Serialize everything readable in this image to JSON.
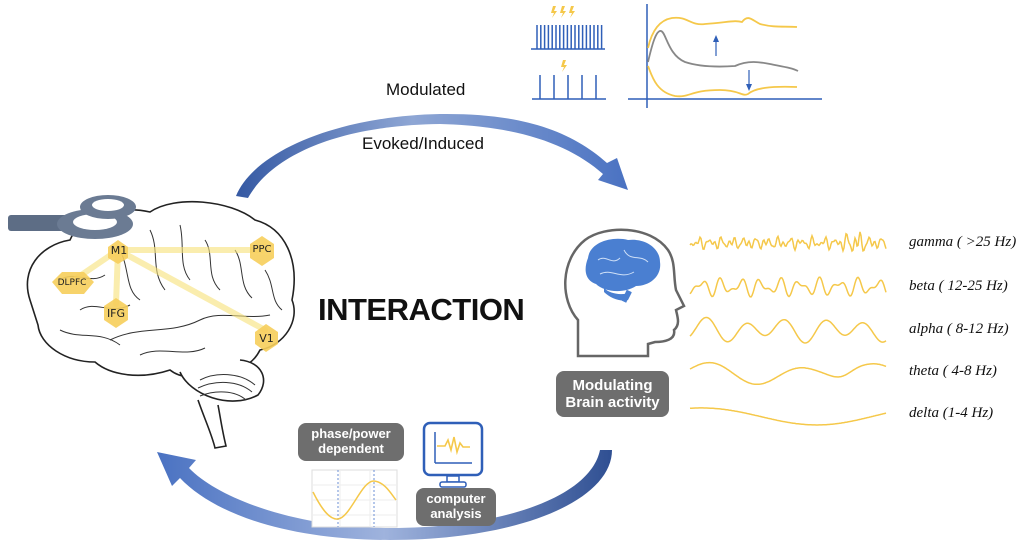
{
  "title": "INTERACTION",
  "top_arrow": {
    "label_upper": "Modulated",
    "label_lower": "Evoked/Induced"
  },
  "brain": {
    "regions": [
      "M1",
      "PPC",
      "DLPFC",
      "IFG",
      "V1"
    ],
    "coil_icon": "figure-eight-tms-coil"
  },
  "head": {
    "label_line1": "Modulating",
    "label_line2": "Brain activity"
  },
  "bands": [
    {
      "label": "gamma ( >25 Hz)"
    },
    {
      "label": "beta ( 12-25 Hz)"
    },
    {
      "label": "alpha ( 8-12 Hz)"
    },
    {
      "label": "theta ( 4-8 Hz)"
    },
    {
      "label": "delta (1-4 Hz)"
    }
  ],
  "bottom": {
    "phase_label_line1": "phase/power",
    "phase_label_line2": "dependent",
    "computer_label_line1": "computer",
    "computer_label_line2": "analysis"
  },
  "colors": {
    "arrow_blue": "#3f66b0",
    "wave_yellow": "#f5c84a",
    "box_gray": "#6e6e6e",
    "line_blue": "#2f5fb8",
    "curve_gray": "#888888"
  }
}
